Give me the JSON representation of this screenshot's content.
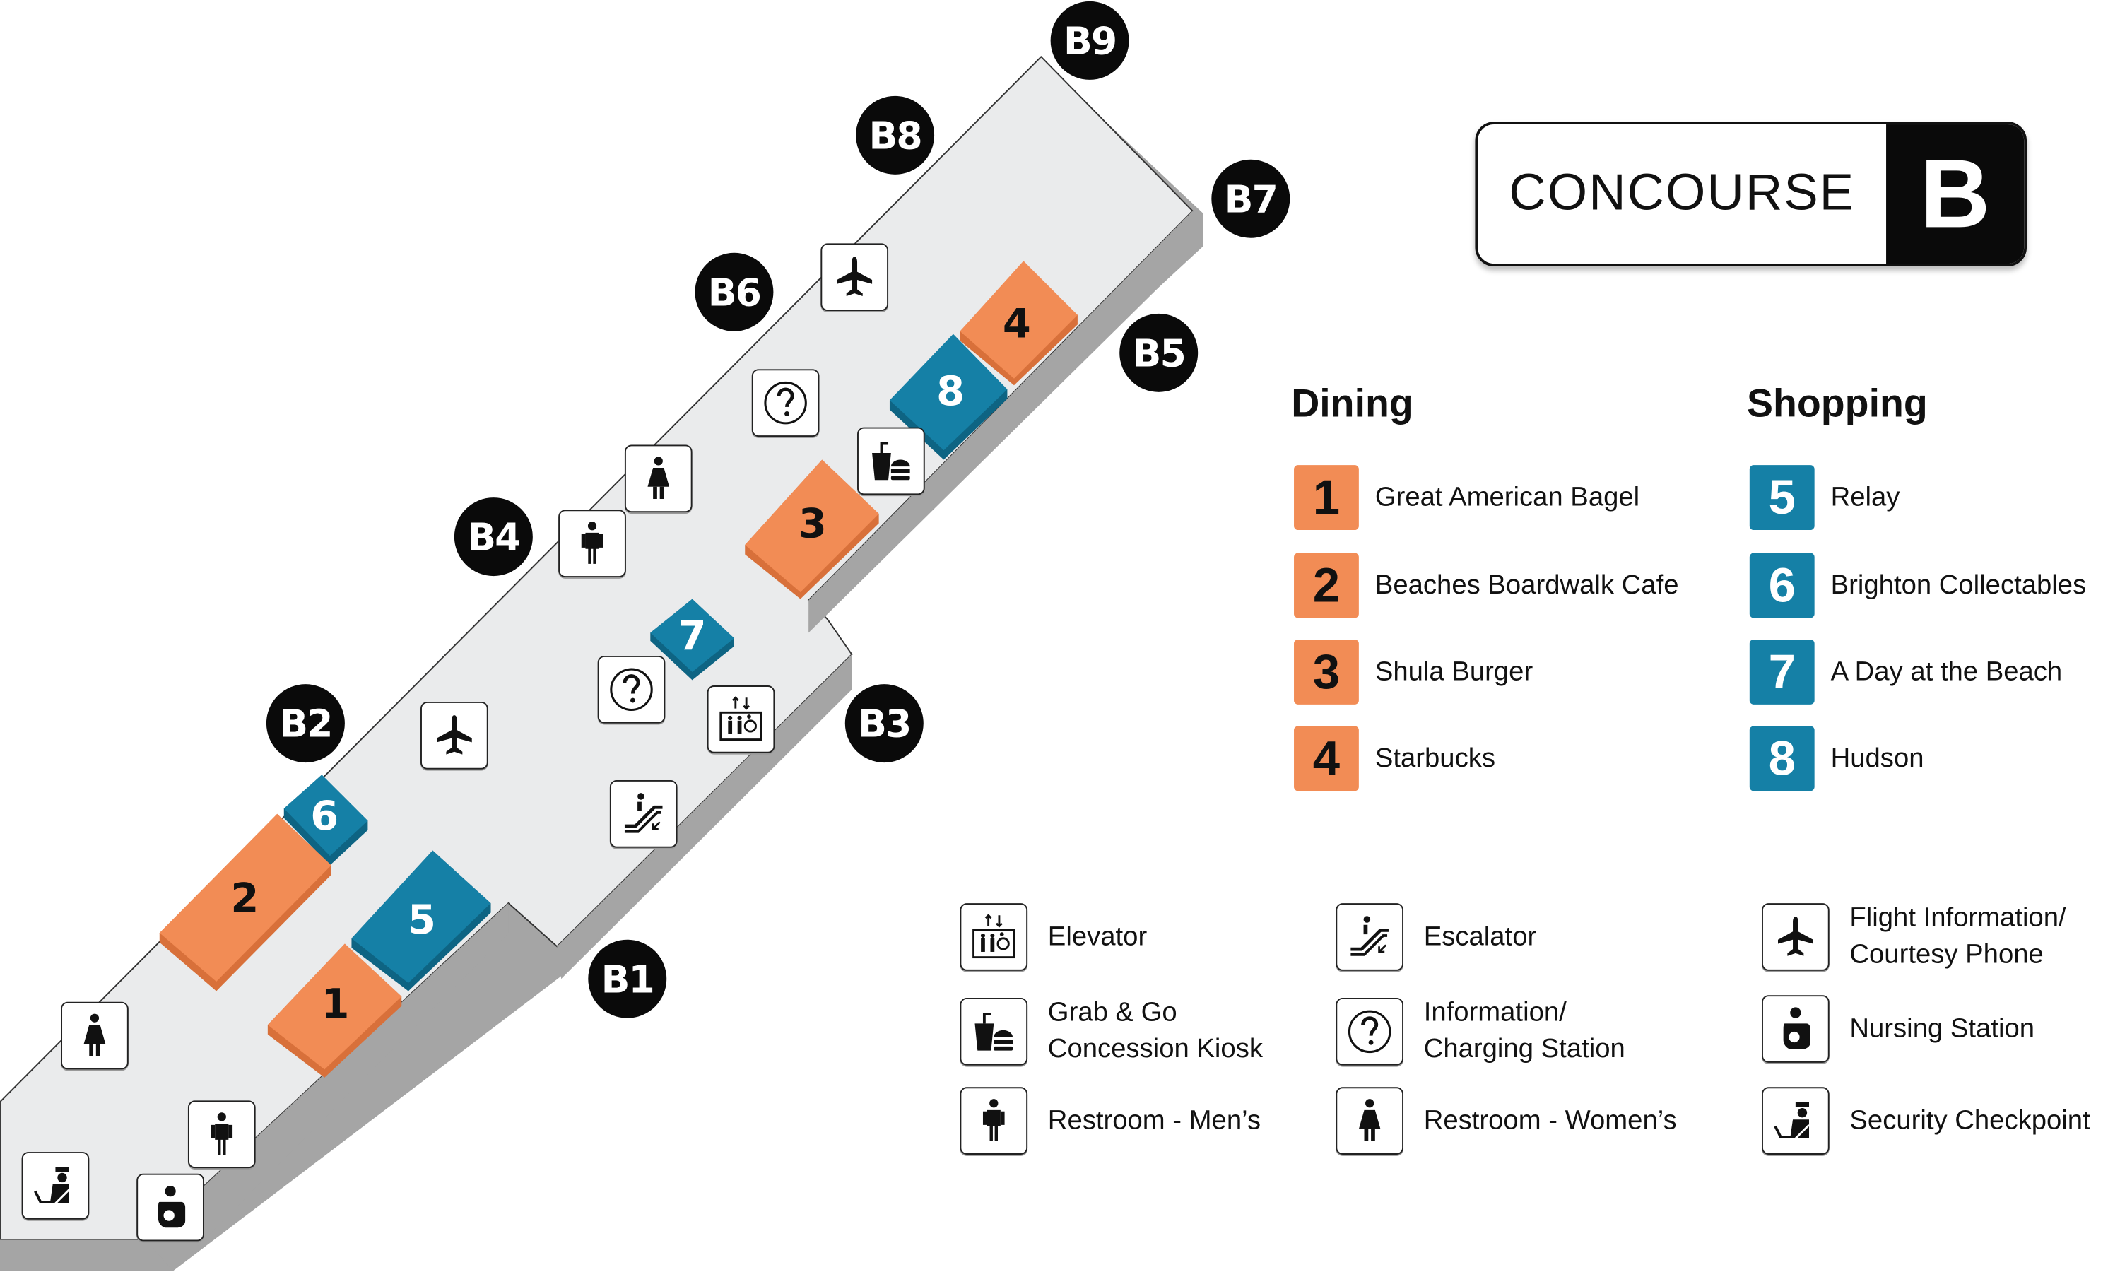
{
  "title": {
    "text": "CONCOURSE",
    "letter": "B"
  },
  "colors": {
    "dining": "#F28C55",
    "shopping": "#1580A6",
    "floor": "#EAEBEC",
    "wall": "#A5A5A5",
    "gate": "#0A0A0A"
  },
  "gates": [
    {
      "id": "B1",
      "label": "B1"
    },
    {
      "id": "B2",
      "label": "B2"
    },
    {
      "id": "B3",
      "label": "B3"
    },
    {
      "id": "B4",
      "label": "B4"
    },
    {
      "id": "B5",
      "label": "B5"
    },
    {
      "id": "B6",
      "label": "B6"
    },
    {
      "id": "B7",
      "label": "B7"
    },
    {
      "id": "B8",
      "label": "B8"
    },
    {
      "id": "B9",
      "label": "B9"
    }
  ],
  "map_shops": [
    {
      "num": "1",
      "type": "dining"
    },
    {
      "num": "2",
      "type": "dining"
    },
    {
      "num": "3",
      "type": "dining"
    },
    {
      "num": "4",
      "type": "dining"
    },
    {
      "num": "5",
      "type": "shopping"
    },
    {
      "num": "6",
      "type": "shopping"
    },
    {
      "num": "7",
      "type": "shopping"
    },
    {
      "num": "8",
      "type": "shopping"
    }
  ],
  "dining": {
    "heading": "Dining",
    "items": [
      {
        "num": "1",
        "name": "Great American Bagel"
      },
      {
        "num": "2",
        "name": "Beaches Boardwalk Cafe"
      },
      {
        "num": "3",
        "name": "Shula Burger"
      },
      {
        "num": "4",
        "name": "Starbucks"
      }
    ]
  },
  "shopping": {
    "heading": "Shopping",
    "items": [
      {
        "num": "5",
        "name": "Relay"
      },
      {
        "num": "6",
        "name": "Brighton Collectables"
      },
      {
        "num": "7",
        "name": "A Day at the Beach"
      },
      {
        "num": "8",
        "name": "Hudson"
      }
    ]
  },
  "amenities": [
    {
      "icon": "elevator-icon",
      "label": "Elevator"
    },
    {
      "icon": "escalator-icon",
      "label": "Escalator"
    },
    {
      "icon": "airplane-icon",
      "label": "Flight Information/\nCourtesy Phone"
    },
    {
      "icon": "grab-and-go-icon",
      "label": "Grab & Go\nConcession Kiosk"
    },
    {
      "icon": "information-icon",
      "label": "Information/\nCharging Station"
    },
    {
      "icon": "nursing-icon",
      "label": "Nursing Station"
    },
    {
      "icon": "restroom-men-icon",
      "label": "Restroom - Men’s"
    },
    {
      "icon": "restroom-women-icon",
      "label": "Restroom - Women’s"
    },
    {
      "icon": "security-icon",
      "label": "Security Checkpoint"
    }
  ]
}
